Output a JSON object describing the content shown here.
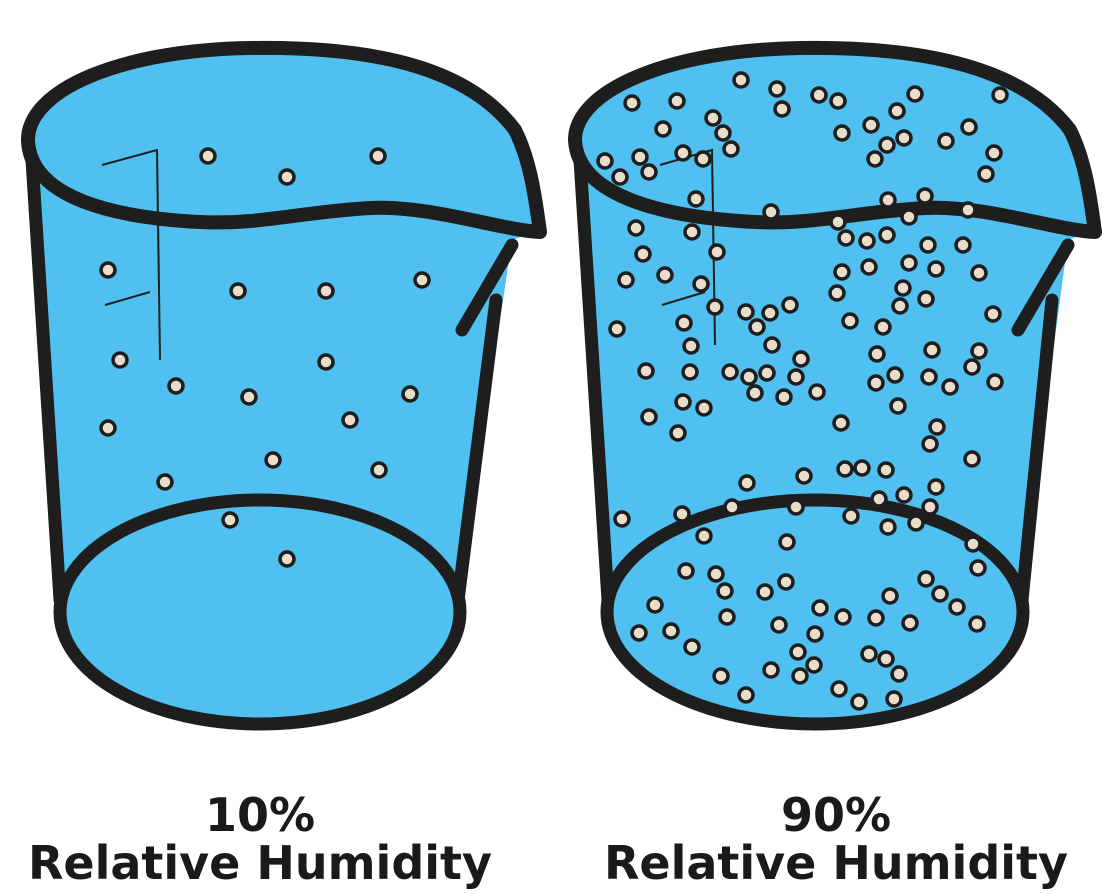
{
  "colors": {
    "water": "#4fc0ef",
    "outline": "#1e1e1e",
    "molecule_fill": "#e8dccb",
    "background": "#ffffff"
  },
  "beakers": [
    {
      "id": "low",
      "percent": "10%",
      "label": "Relative Humidity",
      "humidity_value": 10,
      "molecule_count": 19
    },
    {
      "id": "high",
      "percent": "90%",
      "label": "Relative Humidity",
      "humidity_value": 90,
      "molecule_count": 150
    }
  ]
}
